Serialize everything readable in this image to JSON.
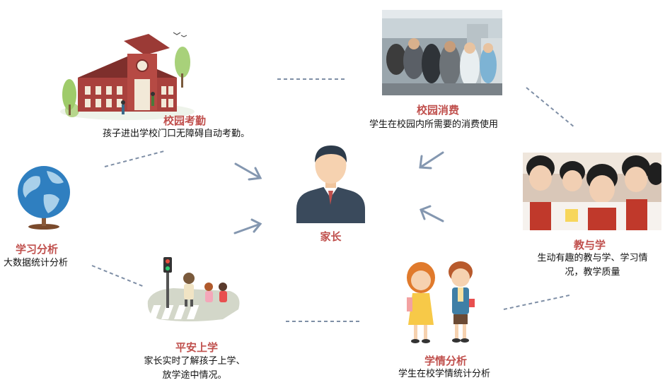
{
  "center": {
    "label": "家长"
  },
  "nodes": {
    "attendance": {
      "title": "校园考勤",
      "desc": "孩子进出学校门口无障碍自动考勤。"
    },
    "consumption": {
      "title": "校园消费",
      "desc": "学生在校园内所需要的消费使用"
    },
    "learning_analysis": {
      "title": "学习分析",
      "desc": "大数据统计分析"
    },
    "teaching": {
      "title": "教与学",
      "desc_line1": "生动有趣的教与学、学习情",
      "desc_line2": "况，教学质量"
    },
    "safe_school": {
      "title": "平安上学",
      "desc_line1": "家长实时了解孩子上学、",
      "desc_line2": "放学途中情况。"
    },
    "study_status": {
      "title": "学情分析",
      "desc": "学生在校学情统计分析"
    }
  },
  "colors": {
    "title": "#c0504d",
    "dash": "#7f8fa6",
    "arrow": "#8497b0",
    "avatar_body": "#3a4a5c",
    "avatar_skin": "#f6d2b0"
  }
}
